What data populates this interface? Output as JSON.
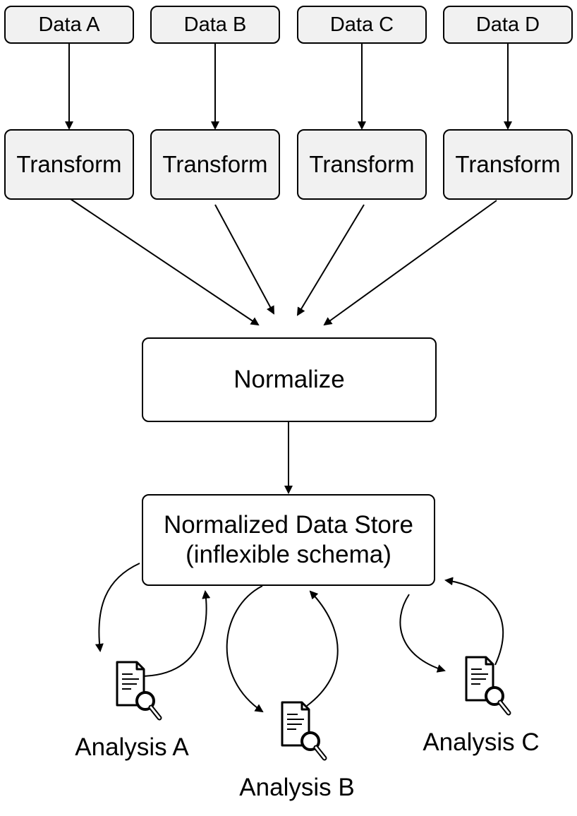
{
  "sources": [
    {
      "label": "Data A"
    },
    {
      "label": "Data B"
    },
    {
      "label": "Data C"
    },
    {
      "label": "Data D"
    }
  ],
  "transforms": [
    {
      "label": "Transform"
    },
    {
      "label": "Transform"
    },
    {
      "label": "Transform"
    },
    {
      "label": "Transform"
    }
  ],
  "normalize": {
    "label": "Normalize"
  },
  "store": {
    "line1": "Normalized Data Store",
    "line2": "(inflexible schema)"
  },
  "analyses": [
    {
      "label": "Analysis A",
      "icon": "document-search-icon"
    },
    {
      "label": "Analysis B",
      "icon": "document-search-icon"
    },
    {
      "label": "Analysis C",
      "icon": "document-search-icon"
    }
  ],
  "colors": {
    "box_fill_grey": "#f1f1f1",
    "box_fill_white": "#ffffff",
    "stroke": "#000000"
  }
}
